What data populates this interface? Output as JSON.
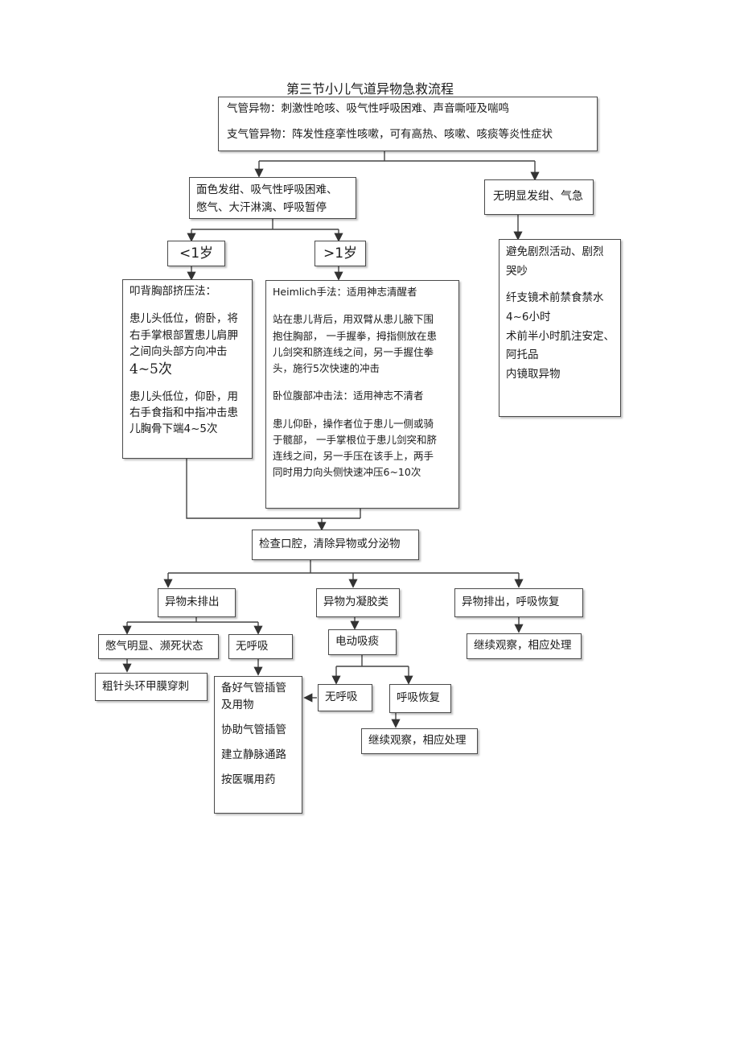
{
  "title": "第三节小儿气道异物急救流程",
  "symptoms": {
    "trachea": "气管异物：刺激性呛咳、吸气性呼吸困难、声音嘶哑及喘鸣",
    "bronchus": "支气管异物：阵发性痉挛性咳嗽，可有高热、咳嗽、咳痰等炎性症状"
  },
  "severe": {
    "line1": "面色发绀、吸气性呼吸困难、",
    "line2": "憋气、大汗淋漓、呼吸暂停"
  },
  "mild": {
    "title": "无明显发绀、气急",
    "steps": [
      "避免剧烈活动、剧烈",
      "哭吵",
      "纤支镜术前禁食禁水",
      "4~6小时",
      "术前半小时肌注安定、",
      "阿托品",
      "内镜取异物"
    ]
  },
  "under1": "<1岁",
  "over1": ">1岁",
  "back_blow": {
    "title": "叩背胸部挤压法：",
    "p1": [
      "患儿头低位，俯卧，将",
      "右手掌根部置患儿肩胛",
      "之间向头部方向冲击"
    ],
    "p1_count": "4~5次",
    "p2": [
      "患儿头低位，仰卧，用",
      "右手食指和中指冲击患",
      "儿胸骨下端4~5次"
    ]
  },
  "heimlich": {
    "title": "Heimlich手法：适用神志清醒者",
    "p1": [
      "站在患儿背后，用双臂从患儿腋下围",
      "抱住胸部，  一手握拳，拇指侧放在患",
      "儿剑突和脐连线之间，另一手握住拳",
      "头，施行5次快速的冲击"
    ],
    "supine_title": "卧位腹部冲击法：适用神志不清者",
    "p2": [
      "患儿仰卧，操作者位于患儿一侧或骑",
      "于髋部，  一手掌根位于患儿剑突和脐",
      "连线之间，另一手压在该手上，两手",
      "同时用力向头侧快速冲压6~10次"
    ]
  },
  "check_mouth": "检查口腔，清除异物或分泌物",
  "not_expelled": "异物未排出",
  "gel_type": "异物为凝胶类",
  "expelled": "异物排出，呼吸恢复",
  "distress": "憋气明显、濒死状态",
  "no_breath_1": "无呼吸",
  "puncture": "粗针头环甲膜穿刺",
  "suction": "电动吸痰",
  "no_breath_2": "无呼吸",
  "breath_restored": "呼吸恢复",
  "observe_1": "继续观察，相应处理",
  "observe_2": "继续观察，相应处理",
  "intubation": [
    "备好气管插管",
    "及用物",
    "协助气管插管",
    "建立静脉通路",
    "按医嘱用药"
  ]
}
